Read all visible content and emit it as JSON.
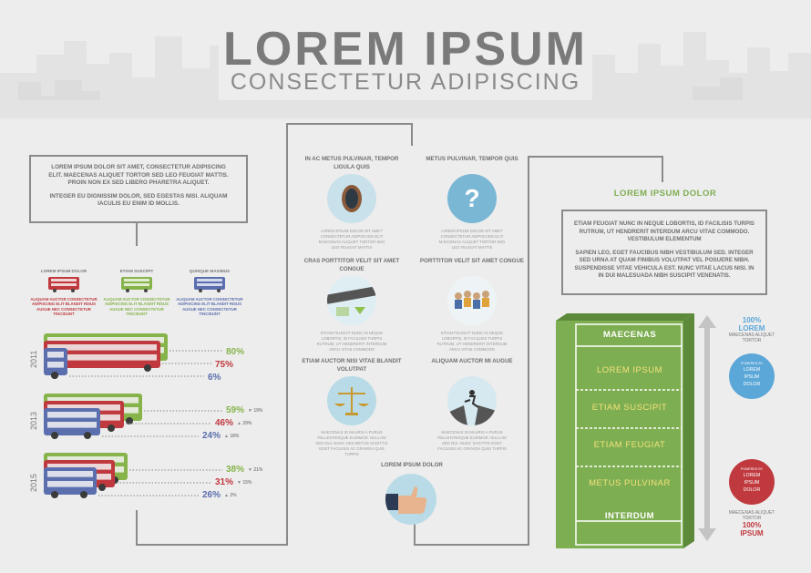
{
  "header": {
    "title": "LOREM IPSUM",
    "subtitle": "CONSECTETUR ADIPISCING"
  },
  "left_text": {
    "p1": "LOREM IPSUM DOLOR SIT AMET, CONSECTETUR ADIPISCING ELIT. MAECENAS ALIQUET TORTOR SED LEO FEUGIAT MATTIS. PROIN NON EX SED LIBERO PHARETRA ALIQUET.",
    "p2": "INTEGER EU DIGNISSIM DOLOR, SED EGESTAS NISI. ALIQUAM IACULIS EU ENIM ID MOLLIS."
  },
  "legend": [
    {
      "name": "LOREM IPSUM DOLOR",
      "desc": "ALIQUAM AUCTOR CONSECTETUR ADIPISCING ELIT BLANDIT RISUS AUGUE NEC CONSECTETUR TINCIDUNT",
      "color": "#c0393e"
    },
    {
      "name": "ETIAM SUSCIPIT",
      "desc": "ALIQUAM AUCTOR CONSECTETUR ADIPISCING ELIT BLANDIT RISUS AUGUE NEC CONSECTETUR TINCIDUNT",
      "color": "#86b44a"
    },
    {
      "name": "QUISQUE MAXIMUS",
      "desc": "ALIQUAM AUCTOR CONSECTETUR ADIPISCING ELIT BLANDIT RISUS AUGUE NEC CONSECTETUR TINCIDUNT",
      "color": "#5b6fae"
    }
  ],
  "bus_groups": [
    {
      "year": "2011",
      "green": "80%",
      "red": "75%",
      "blue": "6%",
      "green_chg": "",
      "red_chg": "",
      "blue_chg": ""
    },
    {
      "year": "2013",
      "green": "59%",
      "red": "46%",
      "blue": "24%",
      "green_chg": "▼ 19%",
      "red_chg": "▲ 29%",
      "blue_chg": "▲ 18%"
    },
    {
      "year": "2015",
      "green": "38%",
      "red": "31%",
      "blue": "26%",
      "green_chg": "▼ 21%",
      "red_chg": "▼ 15%",
      "blue_chg": "▲ 2%"
    }
  ],
  "middle": [
    {
      "title": "IN AC METUS PULVINAR, TEMPOR LIGULA QUIS",
      "desc": "LOREM IPSUM DOLOR SIT AMET CONSECTETUR ADIPISCING ELIT MAECENAS ALIQUET TORTOR SED LEO FEUGIAT MATTIS",
      "icon": "mirror-icon"
    },
    {
      "title": "METUS PULVINAR, TEMPOR QUIS",
      "desc": "LOREM IPSUM DOLOR SIT AMET CONSECTETUR ADIPISCING ELIT MAECENAS ALIQUET TORTOR SED LEO FEUGIAT MATTIS",
      "icon": "question-icon"
    },
    {
      "title": "CRAS PORTTITOR VELIT SIT AMET CONGUE",
      "desc": "ETIAM FEUGIAT NUNC IN NEQUE LOBORTIS, ID FACILISIS TURPIS RUTRUM, UT HENDRERIT INTERDUM ARCU VITAE COMMODO",
      "icon": "map-icon"
    },
    {
      "title": "PORTTITOR VELIT SIT AMET CONGUE",
      "desc": "ETIAM FEUGIAT NUNC IN NEQUE LOBORTIS, ID FACILISIS TURPIS RUTRUM, UT HENDRERIT INTERDUM ARCU VITAE COMMODO",
      "icon": "crowd-icon"
    },
    {
      "title": "ETIAM AUCTOR NISI VITAE BLANDIT VOLUTPAT",
      "desc": "MAECENAS ID MAURIS A PURUS PELLENTESQUE EUISMOD. NULLAM SED DUI. NUNC SED METUS SAGITTIS EGET FACILISIS AC GRAVIDA QUIS TURPIS",
      "icon": "scales-icon"
    },
    {
      "title": "ALIQUAM AUCTOR MI AUGUE",
      "desc": "MAECENAS ID MAURIS A PURUS PELLENTESQUE EUISMOD. NULLAM SED DUI. NUNC SAGITTIS EGET FACILISIS AC GRAVIDA QUIS TURPIS",
      "icon": "jump-icon"
    }
  ],
  "bottom_center": {
    "title": "LOREM IPSUM DOLOR",
    "icon": "thumbs-up-icon"
  },
  "right": {
    "heading": "LOREM IPSUM DOLOR",
    "p1": "ETIAM FEUGIAT NUNC IN NEQUE LOBORTIS, ID FACILISIS TURPIS RUTRUM, UT HENDRERIT INTERDUM ARCU VITAE COMMODO. VESTIBULUM ELEMENTUM",
    "p2": "SAPIEN LEO, EGET FAUCIBUS NIBH VESTIBULUM SED. INTEGER SED URNA AT QUAM FINIBUS VOLUTPAT VEL POSUERE NIBH. SUSPENDISSE VITAE VEHICULA EST. NUNC VITAE LACUS NISI. IN IN DUI MALESUADA NIBH SUSCIPIT VENENATIS."
  },
  "field": {
    "top": "MAECENAS",
    "rows": [
      "LOREM IPSUM",
      "ETIAM SUSCIPIT",
      "ETIAM FEUGIAT",
      "METUS PULVINAR"
    ],
    "bottom": "INTERDUM"
  },
  "scale_top": {
    "pct": "100%",
    "label": "LOREM",
    "sub": "MAECENAS ALIQUET TORTOR",
    "badge_title": "POWERED BY",
    "badge": "LOREM IPSUM DOLOR",
    "color": "#5aa7d8"
  },
  "scale_bottom": {
    "pct": "100%",
    "label": "IPSUM",
    "sub": "MAECENAS ALIQUET TORTOR",
    "badge_title": "POWERED BY",
    "badge": "LOREM IPSUM DOLOR",
    "color": "#c0393e"
  },
  "colors": {
    "green": "#86b44a",
    "red": "#c0393e",
    "blue": "#5b6fae",
    "field": "#7eae52"
  }
}
